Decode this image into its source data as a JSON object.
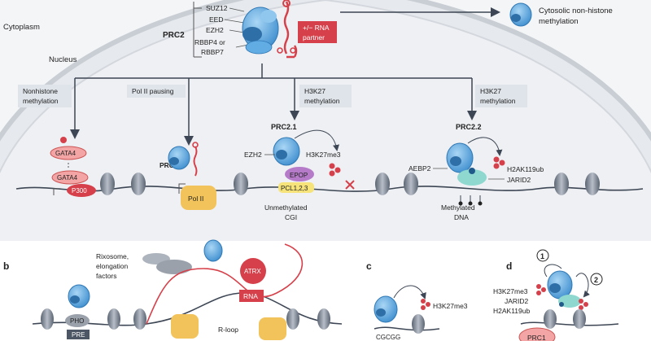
{
  "top": {
    "cytoplasm": "Cytoplasm",
    "nucleus": "Nucleus",
    "prc2": "PRC2",
    "subunits": [
      "SUZ12",
      "EED",
      "EZH2",
      "RBBP4 or",
      "RBBP7"
    ],
    "rna_partner": [
      "+/− RNA",
      "partner"
    ],
    "cytosolic": [
      "Cytosolic non-histone",
      "methylation"
    ]
  },
  "branches": {
    "nonhistone": [
      "Nonhistone",
      "methylation"
    ],
    "pol2_pausing": "Pol II pausing",
    "h3k27_a": [
      "H3K27",
      "methylation"
    ],
    "h3k27_b": [
      "H3K27",
      "methylation"
    ]
  },
  "panel_a": {
    "gata4_top": "GATA4",
    "gata4_bottom": "GATA4",
    "p300": "P300",
    "prc2_label": "PRC2",
    "pol2": "Pol II",
    "prc21": "PRC2.1",
    "ezh2": "EZH2",
    "h3k27me3": "H3K27me3",
    "epop": "EPOP",
    "pcl": "PCL1,2,3",
    "unmethylated": [
      "Unmethylated",
      "CGI"
    ],
    "prc22": "PRC2.2",
    "aebp2": "AEBP2",
    "h2ak119ub": "H2AK119ub",
    "jarid2": "JARID2",
    "methylated": [
      "Methylated",
      "DNA"
    ]
  },
  "panel_b": {
    "letter": "b",
    "rixosome": [
      "Rixosome,",
      "elongation",
      "factors"
    ],
    "atrx": "ATRX",
    "rna": "RNA",
    "pho": "PHO",
    "pre": "PRE",
    "rloop": "R-loop"
  },
  "panel_c": {
    "letter": "c",
    "h3k27me3": "H3K27me3",
    "cgcgg": "CGCGG"
  },
  "panel_d": {
    "letter": "d",
    "step1": "1",
    "step2": "2",
    "h3k27me3": "H3K27me3",
    "jarid2": "JARID2",
    "h2ak119ub": "H2AK119ub",
    "prc1": "PRC1"
  },
  "colors": {
    "complex": "#5aa9e0",
    "rna": "#d6404a",
    "label_box": "#dfe4ea",
    "nucleosome": "#7a8594"
  }
}
